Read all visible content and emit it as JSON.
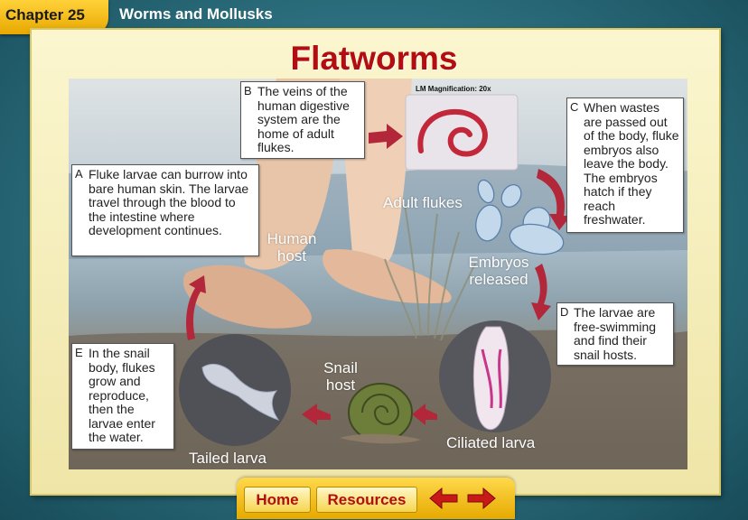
{
  "header": {
    "chapter": "Chapter 25",
    "chapter_title": "Worms and Mollusks"
  },
  "slide": {
    "title": "Flatworms"
  },
  "figure": {
    "magnification": "LM Magnification: 20x",
    "callouts": [
      {
        "letter": "A",
        "text": "Fluke larvae can burrow into bare human skin. The larvae travel through the blood to the intestine where development continues."
      },
      {
        "letter": "B",
        "text": "The veins of the human digestive system are the home of adult flukes."
      },
      {
        "letter": "C",
        "text": "When wastes are passed out of the body, fluke embryos also leave the body. The embryos hatch if they reach freshwater."
      },
      {
        "letter": "D",
        "text": "The larvae are free-swimming and find their snail hosts."
      },
      {
        "letter": "E",
        "text": "In the snail body, flukes grow and reproduce, then the larvae enter the water."
      }
    ],
    "labels": {
      "adult_flukes": "Adult flukes",
      "human_host": "Human host",
      "embryos_released": "Embryos released",
      "snail_host": "Snail host",
      "ciliated_larva": "Ciliated larva",
      "tailed_larva": "Tailed larva"
    }
  },
  "nav": {
    "home": "Home",
    "resources": "Resources",
    "back_icon": "left-arrow",
    "forward_icon": "right-arrow"
  },
  "colors": {
    "accent_red": "#b40d10",
    "nav_gold": "#e6a900",
    "arrow_red": "#b3273a"
  }
}
